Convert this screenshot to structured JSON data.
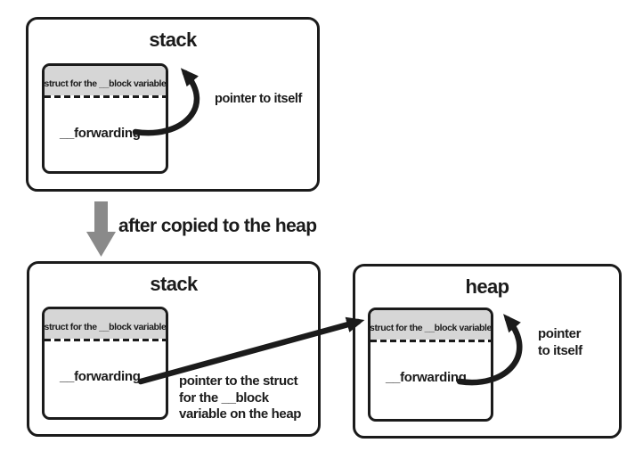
{
  "top_stack": {
    "title": "stack",
    "struct_header": "struct for the __block variable",
    "member": "__forwarding",
    "pointer_label": "pointer to itself"
  },
  "transition": {
    "label": "after copied to the heap"
  },
  "bottom_stack": {
    "title": "stack",
    "struct_header": "struct for the __block variable",
    "member": "__forwarding",
    "pointer_label": "pointer to the struct\nfor the __block\nvariable on the heap"
  },
  "heap": {
    "title": "heap",
    "struct_header": "struct for the __block variable",
    "member": "__forwarding",
    "pointer_label": "pointer\nto itself"
  },
  "icons": {
    "self_pointer_arrow": "curved-arrow",
    "transition_arrow": "down-arrow",
    "stack_to_heap_arrow": "straight-arrow"
  },
  "colors": {
    "ink": "#1b1b1b",
    "struct_header_bg": "#d6d6d6",
    "transition_arrow_gray": "#8a8a8a",
    "page_bg": "#ffffff"
  }
}
